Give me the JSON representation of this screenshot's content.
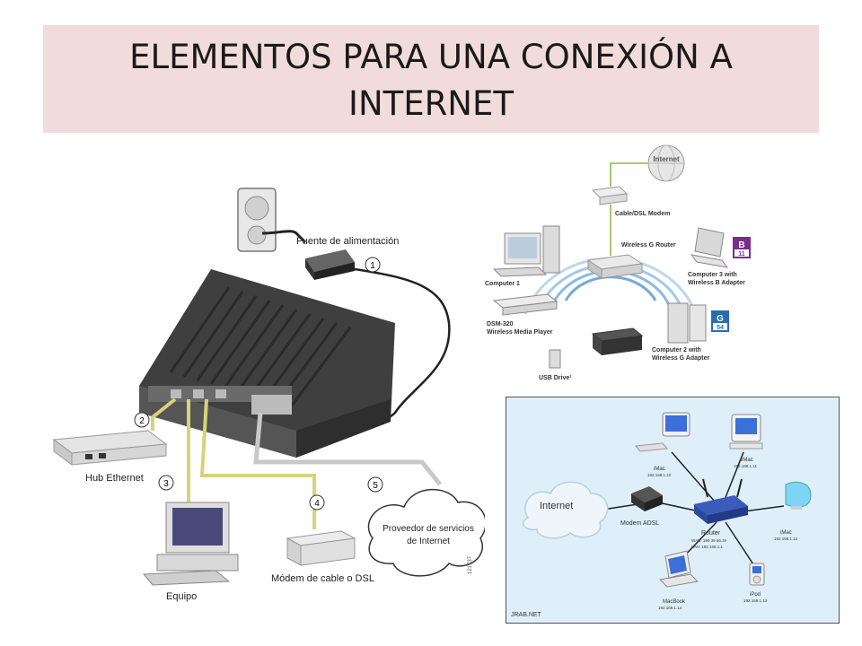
{
  "slide": {
    "title_line1": "ELEMENTOS PARA UNA CONEXIÓN A",
    "title_line2": "INTERNET"
  },
  "left_diagram": {
    "power_label": "Fuente de alimentación",
    "hub_label": "Hub Ethernet",
    "pc_label": "Equipo",
    "modem_label": "Módem de cable o DSL",
    "isp_line1": "Proveedor de servicios",
    "isp_line2": "de Internet",
    "num1": "1",
    "num2": "2",
    "num3": "3",
    "num4": "4",
    "num5": "5",
    "code": "121737"
  },
  "top_right_diagram": {
    "internet": "Internet",
    "modem": "Cable/DSL Modem",
    "router": "Wireless G Router",
    "computer1": "Computer 1",
    "computer3_line1": "Computer 3 with",
    "computer3_line2": "Wireless B Adapter",
    "badge_b_letter": "B",
    "badge_b_num": "11",
    "badge_g_letter": "G",
    "badge_g_num": "54",
    "dsm_line1": "DSM-320",
    "dsm_line2": "Wireless Media Player",
    "computer2_line1": "Computer 2 with",
    "computer2_line2": "Wireless G Adapter",
    "usb": "USB Drive¹"
  },
  "bottom_right_diagram": {
    "internet": "Internet",
    "modem": "Modem ADSL",
    "router": "Router",
    "wan": "WAN: 190.39.66.34",
    "lan": "LAN: 192.168.1.1",
    "imac1": "iMac",
    "imac1_ip": "192.168.1.10",
    "emac": "eMac",
    "emac_ip": "192.168.1.11",
    "imac2": "iMac",
    "imac2_ip": "192.168.1.12",
    "macbook": "MacBook",
    "macbook_ip": "192.168.1.14",
    "ipod": "iPod",
    "ipod_ip": "192.168.1.13",
    "credit": "JRAB.NET"
  },
  "colors": {
    "title_band": "#f2dcdb",
    "cable_yellow": "#d9d27a",
    "cable_grey": "#c8c8c8",
    "router_body": "#4a4a4a",
    "network_panel_bg": "#dfeff9",
    "badge_purple": "#7b2d8e",
    "badge_blue": "#2b6cb0"
  }
}
